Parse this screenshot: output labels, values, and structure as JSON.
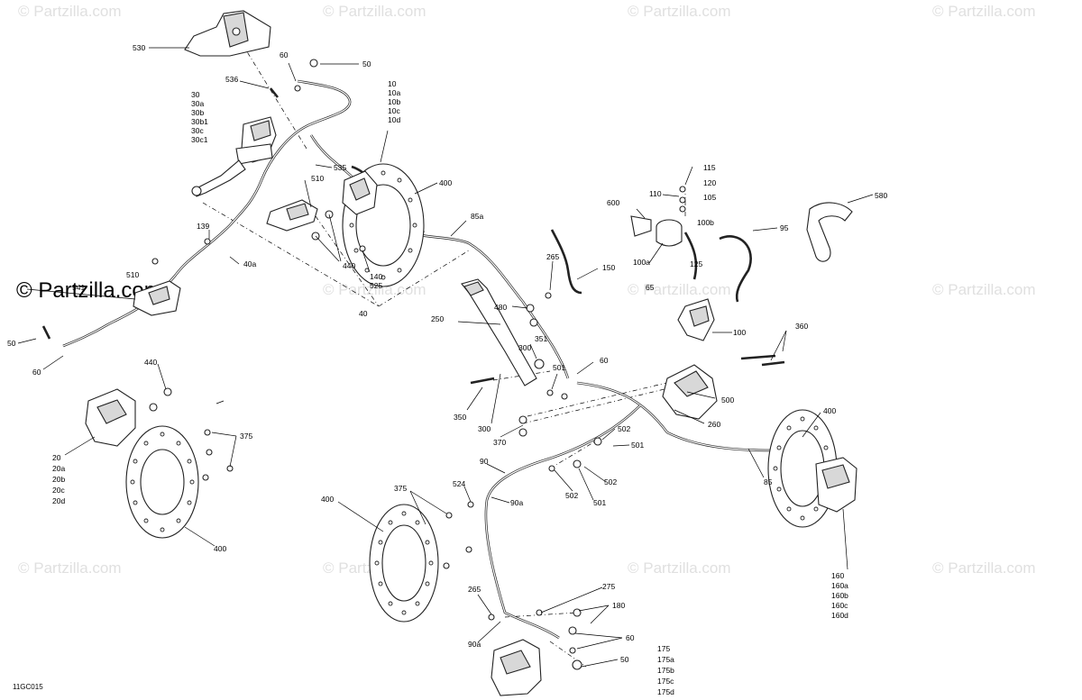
{
  "watermark": "© Partzilla.com",
  "brand": "© Partzilla.com",
  "diagram_code": "11GC015",
  "labels": {
    "l530": "530",
    "l60a": "60",
    "l50a": "50",
    "l536": "536",
    "l10": "10",
    "l10a": "10a",
    "l10b": "10b",
    "l10c": "10c",
    "l10d": "10d",
    "l30": "30",
    "l30a": "30a",
    "l30b": "30b",
    "l30b1": "30b1",
    "l30c": "30c",
    "l30c1": "30c1",
    "l535": "535",
    "l400a": "400",
    "l510a": "510",
    "l580": "580",
    "l600": "600",
    "l110": "110",
    "l115": "115",
    "l120": "120",
    "l105": "105",
    "l100b": "100b",
    "l95": "95",
    "l139": "139",
    "l40a": "40a",
    "l440a": "440",
    "l140": "140",
    "l525": "525",
    "l40": "40",
    "l85a": "85a",
    "l265a": "265",
    "l150": "150",
    "l100a": "100a",
    "l125": "125",
    "l65": "65",
    "l100": "100",
    "l510b": "510",
    "l541": "541",
    "l50b": "50",
    "l60b": "60",
    "l250": "250",
    "l480": "480",
    "l351": "351",
    "l300a": "300",
    "l360": "360",
    "l501a": "501",
    "l60c": "60",
    "l440b": "440",
    "l375a": "375",
    "l350": "350",
    "l300b": "300",
    "l370": "370",
    "l500": "500",
    "l260": "260",
    "l502a": "502",
    "l501b": "501",
    "l400b": "400",
    "l20": "20",
    "l20a": "20a",
    "l20b": "20b",
    "l20c": "20c",
    "l20d": "20d",
    "l90": "90",
    "l502b": "502",
    "l501c": "501",
    "l502c": "502",
    "l85": "85",
    "l400c": "400",
    "l375b": "375",
    "l524": "524",
    "l90a": "90a",
    "l400d": "400",
    "l160": "160",
    "l160a": "160a",
    "l160b": "160b",
    "l160c": "160c",
    "l160d": "160d",
    "l265b": "265",
    "l275": "275",
    "l180": "180",
    "l90ab": "90a",
    "l60d": "60",
    "l50c": "50",
    "l175": "175",
    "l175a": "175a",
    "l175b": "175b",
    "l175c": "175c",
    "l175d": "175d"
  }
}
